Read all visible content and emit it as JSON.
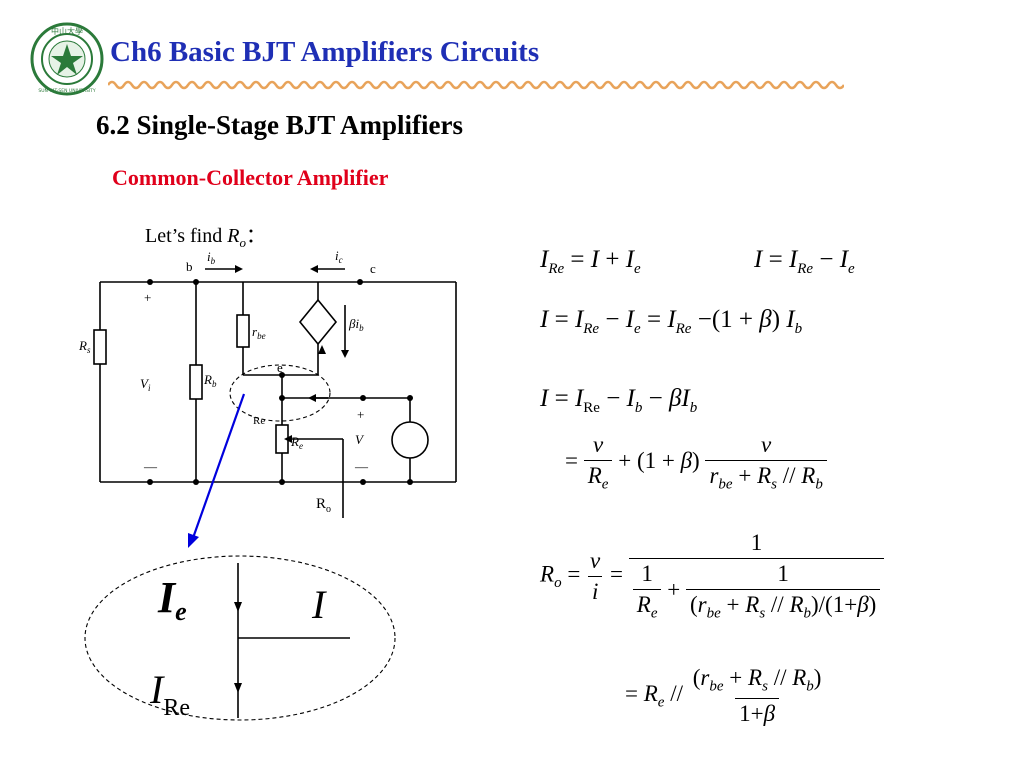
{
  "header": {
    "title": "Ch6 Basic BJT Amplifiers Circuits",
    "logo_text_top": "中山大學",
    "logo_text_bottom": "SUN YAT-SEN UNIVERSITY",
    "title_color": "#1f2fb5",
    "wave_color": "#e8a35a"
  },
  "section": {
    "heading": "6.2 Single-Stage BJT Amplifiers",
    "subheading": "Common-Collector Amplifier",
    "subheading_color": "#e0001b"
  },
  "prompt": {
    "text": "Let’s find ",
    "symbol": "R",
    "subscript": "o",
    "suffix": "："
  },
  "circuit": {
    "labels": {
      "b": "b",
      "c": "c",
      "e": "e",
      "ib": "i",
      "ib_sub": "b",
      "ic": "i",
      "ic_sub": "c",
      "beta_ib": "βi",
      "beta_ib_sub": "b",
      "Rs": "R",
      "Rs_sub": "s",
      "Rb": "R",
      "Rb_sub": "b",
      "rbe": "r",
      "rbe_sub": "be",
      "Re": "R",
      "Re_sub": "e",
      "Re_node": "Re",
      "Vi": "V",
      "Vi_sub": "i",
      "V": "V",
      "plus_left": "+",
      "minus_left": "—",
      "plus_right": "+",
      "minus_right": "—",
      "Ro": "R",
      "Ro_sub": "o"
    },
    "arrow_color": "#0000dd"
  },
  "zoom": {
    "Ie": "I",
    "Ie_sub": "e",
    "I": "I",
    "IRe": "I",
    "IRe_sub": "Re"
  },
  "equations": {
    "eq1a": "I_Re = I + I_e",
    "eq1b": "I = I_Re − I_e",
    "eq2": "I = I_Re − I_e = I_Re − (1 + β) I_b",
    "eq3": "I = I_Re − I_b − βI_b",
    "eq4": "= v/R_e + (1 + β) v/(r_be + R_s // R_b)",
    "eq5": "R_o = v/i = 1 / [1/R_e + 1/((r_be + R_s // R_b)/(1+β))]",
    "eq6": "= R_e // (r_be + R_s // R_b)/(1 + β)"
  }
}
